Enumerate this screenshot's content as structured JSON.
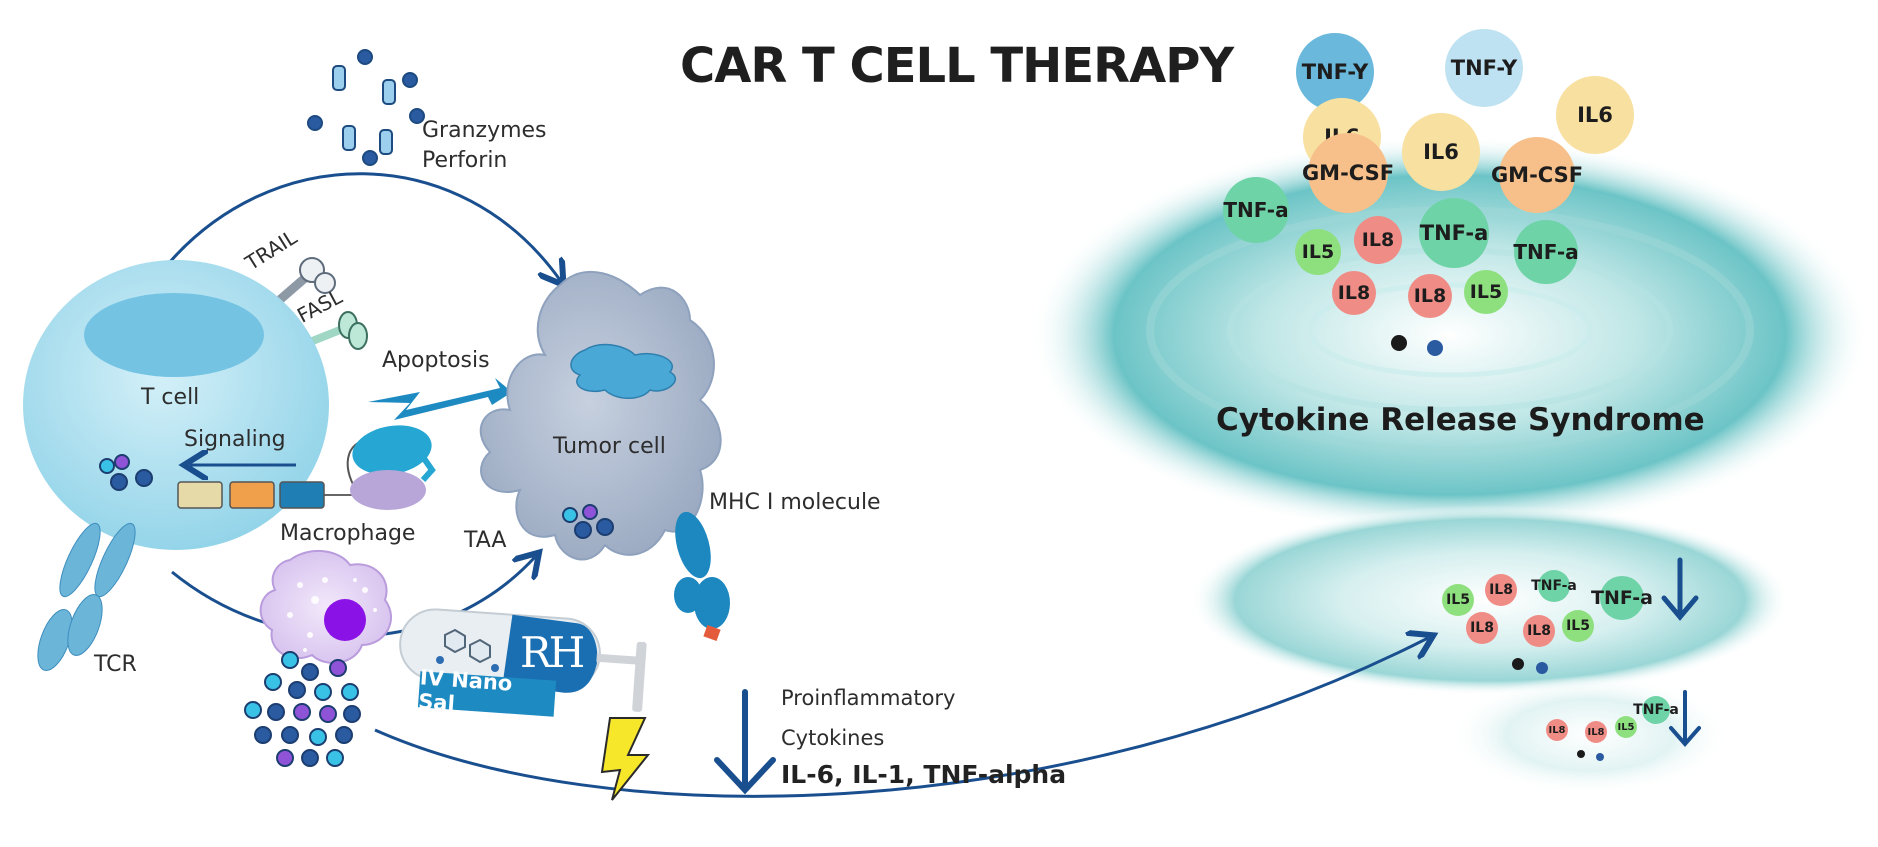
{
  "title": "CAR T CELL THERAPY",
  "labels": {
    "granzymes": "Granzymes",
    "perforin": "Perforin",
    "trail": "TRAIL",
    "fasl": "FASL",
    "apoptosis": "Apoptosis",
    "t_cell": "T cell",
    "signaling": "Signaling",
    "tumor_cell": "Tumor cell",
    "mhc": "MHC I molecule",
    "macrophage": "Macrophage",
    "taa": "TAA",
    "tcr": "TCR",
    "iv_nano_sal": "IV Nano Sal",
    "rh": "RH",
    "proinflammatory": "Proinflammatory",
    "cytokines": "Cytokines",
    "cytokine_list": "IL-6, IL-1, TNF-alpha",
    "crs": "Cytokine Release Syndrome"
  },
  "cytokines_top": [
    {
      "label": "TNF-Y",
      "type": "tnfy"
    },
    {
      "label": "TNF-Y",
      "type": "tnfy_light"
    },
    {
      "label": "IL6",
      "type": "il6"
    },
    {
      "label": "IL6",
      "type": "il6"
    },
    {
      "label": "IL6",
      "type": "il6"
    },
    {
      "label": "GM-CSF",
      "type": "gmcsf"
    },
    {
      "label": "GM-CSF",
      "type": "gmcsf"
    },
    {
      "label": "TNF-a",
      "type": "tnfa"
    },
    {
      "label": "TNF-a",
      "type": "tnfa"
    },
    {
      "label": "TNF-a",
      "type": "tnfa"
    },
    {
      "label": "IL5",
      "type": "il5"
    },
    {
      "label": "IL8",
      "type": "il8"
    },
    {
      "label": "IL8",
      "type": "il8"
    },
    {
      "label": "IL8",
      "type": "il8"
    },
    {
      "label": "IL5",
      "type": "il5"
    }
  ],
  "cytokines_mid": [
    {
      "label": "IL5",
      "type": "il5"
    },
    {
      "label": "IL8",
      "type": "il8"
    },
    {
      "label": "TNF-a",
      "type": "tnfa"
    },
    {
      "label": "TNF-a",
      "type": "tnfa"
    },
    {
      "label": "IL8",
      "type": "il8"
    },
    {
      "label": "IL8",
      "type": "il8"
    },
    {
      "label": "IL5",
      "type": "il5"
    }
  ],
  "cytokines_low": [
    {
      "label": "IL8",
      "type": "il8"
    },
    {
      "label": "IL8",
      "type": "il8"
    },
    {
      "label": "IL5",
      "type": "il5"
    },
    {
      "label": "TNF-a",
      "type": "tnfa"
    }
  ],
  "colors": {
    "tnfy": "#6ab8db",
    "tnfy_light": "#bfe2f2",
    "il6": "#f8e0a0",
    "gmcsf": "#f7c08a",
    "tnfa": "#6fd3a8",
    "il5": "#8ee07e",
    "il8": "#f08c86",
    "arrow": "#1a4f8f",
    "t_cell": "#a8deee",
    "tumor": "#a9b6cc"
  }
}
